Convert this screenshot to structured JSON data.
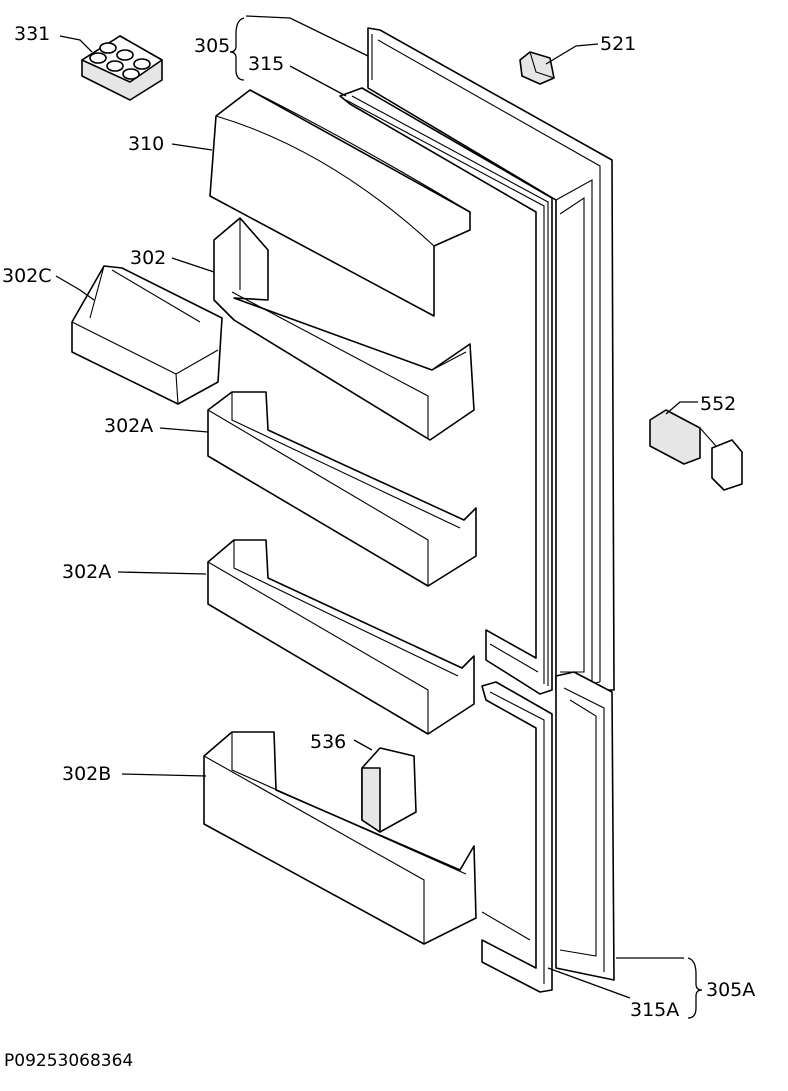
{
  "drawing_code": "P09253068364",
  "callouts": {
    "c331": "331",
    "c305": "305",
    "c315": "315",
    "c521": "521",
    "c310": "310",
    "c302": "302",
    "c302C": "302C",
    "c552": "552",
    "c302A_1": "302A",
    "c302A_2": "302A",
    "c536": "536",
    "c302B": "302B",
    "c305A": "305A",
    "c315A": "315A"
  }
}
